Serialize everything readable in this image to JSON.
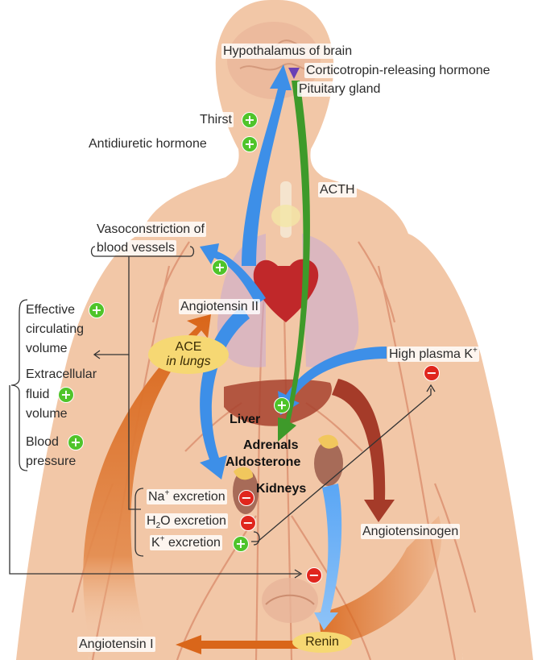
{
  "labels": {
    "hypothalamus": "Hypothalamus of brain",
    "crh": "Corticotropin-releasing hormone",
    "pituitary": "Pituitary gland",
    "thirst": "Thirst",
    "adh": "Antidiuretic hormone",
    "acth": "ACTH",
    "vasoconstriction_l1": "Vasoconstriction of",
    "vasoconstriction_l2": "blood vessels",
    "angiotensin_ii": "Angiotensin II",
    "ace_l1": "ACE",
    "ace_l2": "in lungs",
    "high_k": "High plasma K",
    "liver": "Liver",
    "adrenals": "Adrenals",
    "aldosterone": "Aldosterone",
    "kidneys": "Kidneys",
    "angiotensinogen": "Angiotensinogen",
    "renin": "Renin",
    "angiotensin_i": "Angiotensin I",
    "na_excretion_prefix": "Na",
    "na_excretion_suffix": " excretion",
    "h2o_prefix": "H",
    "h2o_sub": "2",
    "h2o_suffix": "O excretion",
    "k_excretion_prefix": "K",
    "k_excretion_suffix": " excretion",
    "sup_plus": "+",
    "effective_l1": "Effective",
    "effective_l2": "circulating",
    "effective_l3": "volume",
    "ecf_l1": "Extracellular",
    "ecf_l2": "fluid",
    "ecf_l3": "volume",
    "bp_l1": "Blood",
    "bp_l2": "pressure"
  },
  "signs": {
    "plus": "+",
    "minus": "−"
  },
  "colors": {
    "skin": "#f2c7a7",
    "organ_outline": "#e3ab8f",
    "vessel": "#d98a6a",
    "blue_arrow": "#3d8fe8",
    "green_arrow": "#3e9a2a",
    "orange_arrow": "#d9661a",
    "dark_red_arrow": "#9c2b1c",
    "ellipse_fill": "#f6d873",
    "plus_fill": "#4fc42a",
    "minus_fill": "#e0261d"
  },
  "icons": [
    "brain-icon",
    "pituitary-icon",
    "heart-icon",
    "lungs-icon",
    "liver-icon",
    "kidney-icon",
    "adrenal-icon",
    "bladder-icon"
  ]
}
